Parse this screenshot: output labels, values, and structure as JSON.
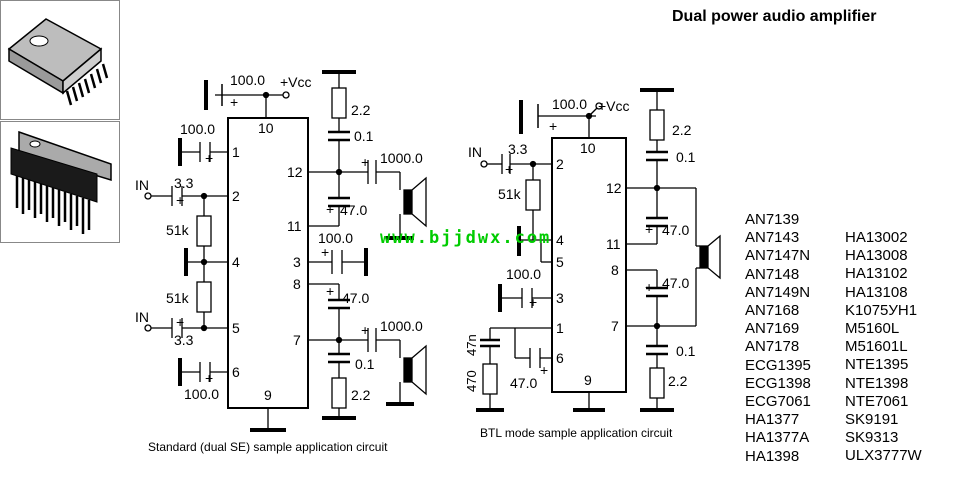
{
  "title": "Dual power audio amplifier",
  "left_circuit": {
    "caption": "Standard (dual SE) sample application circuit",
    "pins": [
      "10",
      "1",
      "2",
      "4",
      "5",
      "6",
      "9",
      "12",
      "11",
      "3",
      "8",
      "7"
    ],
    "labels": {
      "c_vcc": "100.0",
      "vcc": "+Vcc",
      "c1": "100.0",
      "in1": "IN",
      "c_in1": "3.3",
      "r1": "51k",
      "r2": "51k",
      "in2": "IN",
      "c_in2": "3.3",
      "c6": "100.0",
      "r_top": "2.2",
      "c_top": "0.1",
      "c_out_top": "1000.0",
      "c_47_top": "47.0",
      "c_mid": "100.0",
      "c_47_bot": "47.0",
      "c_out_bot": "1000.0",
      "c_bot": "0.1",
      "r_bot": "2.2",
      "plus": "+"
    }
  },
  "right_circuit": {
    "caption": "BTL mode sample application circuit",
    "pins": [
      "10",
      "2",
      "4",
      "5",
      "3",
      "1",
      "6",
      "9",
      "12",
      "11",
      "8",
      "7"
    ],
    "labels": {
      "c_vcc": "100.0",
      "vcc": "+Vcc",
      "in": "IN",
      "c_in": "3.3",
      "r": "51k",
      "c3": "100.0",
      "c_47n": "47n",
      "r470": "470",
      "c6": "47.0",
      "r_top": "2.2",
      "c_top": "0.1",
      "c_47_top": "47.0",
      "c_47_bot": "47.0",
      "c_bot": "0.1",
      "r_bot": "2.2",
      "plus": "+"
    }
  },
  "watermark": "www.bjjdwx.com",
  "compatible_parts": {
    "col1": [
      "AN7139",
      "AN7143",
      "AN7147N",
      "AN7148",
      "AN7149N",
      "AN7168",
      "AN7169",
      "AN7178",
      "ECG1395",
      "ECG1398",
      "ECG7061",
      "HA1377",
      "HA1377A",
      "HA1398"
    ],
    "col2": [
      "HA13002",
      "HA13008",
      "HA13102",
      "HA13108",
      "K1075УH1",
      "M5160L",
      "M51601L",
      "NTE1395",
      "NTE1398",
      "NTE7061",
      "SK9191",
      "SK9313",
      "ULX3777W"
    ]
  },
  "packages": [
    "ic-package-top-view",
    "ic-package-side-view"
  ]
}
